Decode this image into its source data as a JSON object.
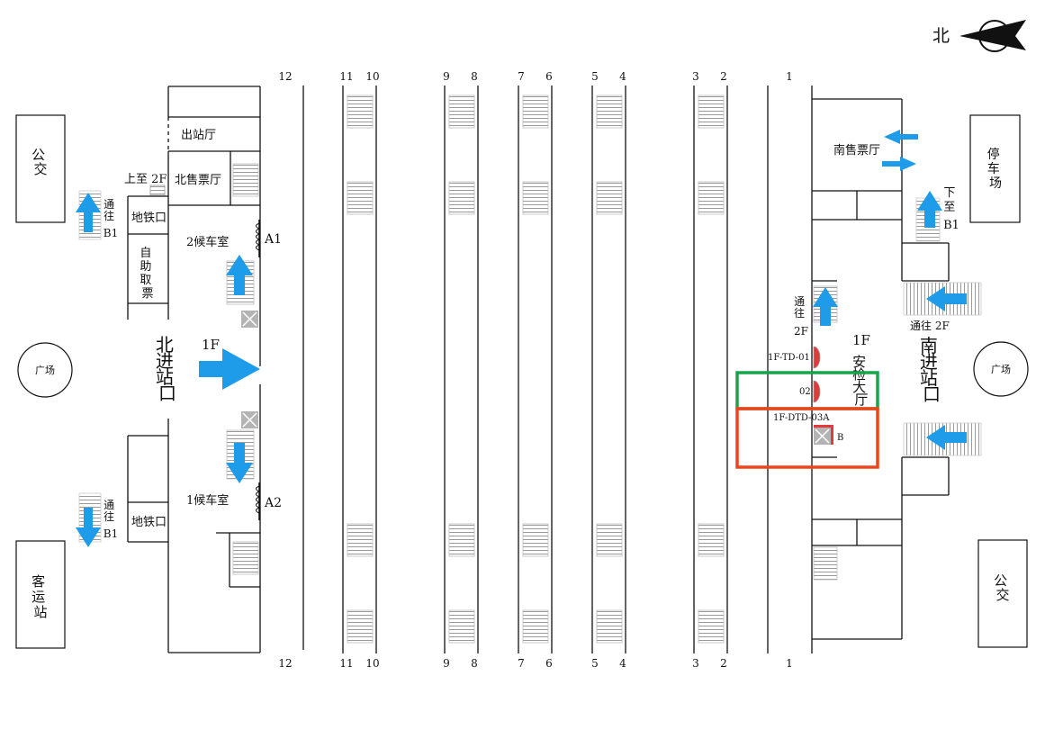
{
  "compass": {
    "label": "北"
  },
  "floor_label": "1F",
  "tracks": {
    "top": [
      "12",
      "11",
      "10",
      "9",
      "8",
      "7",
      "6",
      "5",
      "4",
      "3",
      "2",
      "1"
    ],
    "bottom": [
      "12",
      "11",
      "10",
      "9",
      "8",
      "7",
      "6",
      "5",
      "4",
      "3",
      "2",
      "1"
    ]
  },
  "north": {
    "exit_hall": "出站厅",
    "up_to_2f": "上至 2F",
    "ticket_hall": "北售票厅",
    "metro_top": "地铁口",
    "metro_bottom": "地铁口",
    "self_ticket": [
      "自",
      "助",
      "取",
      "票"
    ],
    "waiting_2": "2候车室",
    "waiting_1": "1候车室",
    "gate_a1": "A1",
    "gate_a2": "A2",
    "entrance": [
      "北",
      "进",
      "站",
      "口"
    ],
    "to_b1_top": [
      "通",
      "往",
      "B1"
    ],
    "to_b1_bottom": [
      "通",
      "往",
      "B1"
    ]
  },
  "south": {
    "ticket_hall": "南售票厅",
    "down_to_b1": [
      "下",
      "至",
      "B1"
    ],
    "to_2f_left": [
      "通",
      "往",
      "2F"
    ],
    "to_2f_right": "通往 2F",
    "security_hall": [
      "安",
      "检",
      "大",
      "厅"
    ],
    "entrance": [
      "南",
      "进",
      "站",
      "口"
    ],
    "door_01": "1F-TD-01",
    "door_02": "02",
    "door_03a": "1F-DTD-03A",
    "door_b": "B"
  },
  "outside": {
    "bus_nw": [
      "公",
      "交"
    ],
    "coach_station": [
      "客",
      "运",
      "站"
    ],
    "parking": [
      "停",
      "车",
      "场"
    ],
    "bus_se": [
      "公",
      "交"
    ],
    "plaza_north": "广场",
    "plaza_south": "广场"
  },
  "colors": {
    "arrow": "#1e9be9",
    "highlight_green": "#1aa34a",
    "highlight_red": "#f0421c",
    "door_red": "#e13a3a"
  }
}
